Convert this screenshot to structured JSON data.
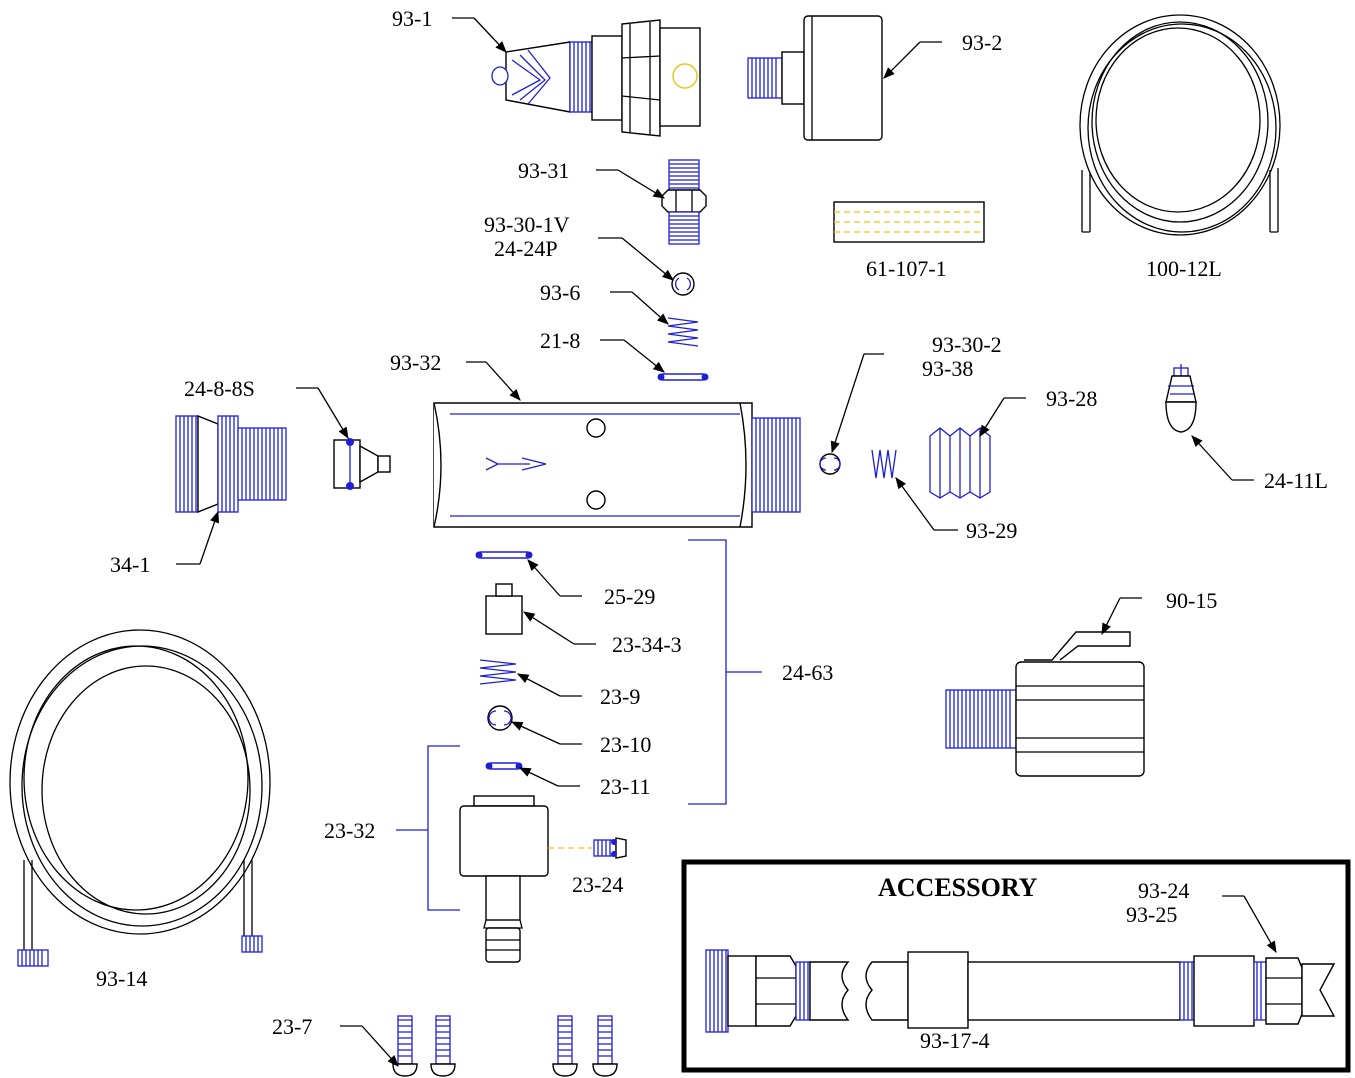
{
  "parts": {
    "p93_1": "93-1",
    "p93_2": "93-2",
    "p100_12L": "100-12L",
    "p93_31": "93-31",
    "p93_30_1V": "93-30-1V",
    "p24_24P": "24-24P",
    "p61_107_1": "61-107-1",
    "p93_6": "93-6",
    "p21_8": "21-8",
    "p93_32": "93-32",
    "p93_30_2": "93-30-2",
    "p93_38": "93-38",
    "p24_8_8S": "24-8-8S",
    "p93_28": "93-28",
    "p24_11L": "24-11L",
    "p34_1": "34-1",
    "p93_29": "93-29",
    "p25_29": "25-29",
    "p90_15": "90-15",
    "p23_34_3": "23-34-3",
    "p24_63": "24-63",
    "p23_9": "23-9",
    "p23_10": "23-10",
    "p23_11": "23-11",
    "p23_32": "23-32",
    "p23_24": "23-24",
    "p93_14": "93-14",
    "p23_7": "23-7"
  },
  "accessory": {
    "title": "ACCESSORY",
    "p93_24": "93-24",
    "p93_25": "93-25",
    "p93_17_4": "93-17-4"
  },
  "colors": {
    "thread_blue": "#1f1fd6",
    "line_black": "#000000",
    "hidden_yellow": "#e6c619"
  }
}
